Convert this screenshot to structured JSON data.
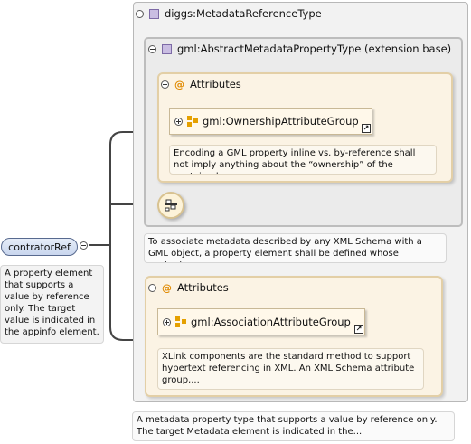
{
  "type": {
    "name": "diggs:MetadataReferenceType",
    "doc": "A metadata property type that supports a value by reference only. The target Metadata element is indicated in the..."
  },
  "base": {
    "name": "gml:AbstractMetadataPropertyType (extension base)",
    "doc": "To associate metadata described by any XML Schema with a GML object, a property element shall be defined whose content..."
  },
  "attributes_1": {
    "label": "Attributes",
    "group": "gml:OwnershipAttributeGroup",
    "doc": "Encoding a GML property inline vs. by-reference shall not imply anything about the “ownership” of the contained or..."
  },
  "attributes_2": {
    "label": "Attributes",
    "group": "gml:AssociationAttributeGroup",
    "doc": "XLink components are the standard method to support hypertext referencing in XML. An XML Schema attribute group,..."
  },
  "element": {
    "name": "contratorRef",
    "doc": "A property element that supports a value by reference only. The target value is indicated in the appinfo element."
  },
  "icons": {
    "type": "complex-type-icon",
    "attribute": "attribute-at-icon",
    "group": "attribute-group-icon",
    "reference": "reference-arrow-icon",
    "sequence": "sequence-compositor-icon"
  },
  "colors": {
    "attribute_fill": "#fbf3e4",
    "element_fill": "#c9d6ee",
    "type_icon": "#c9bde2"
  }
}
